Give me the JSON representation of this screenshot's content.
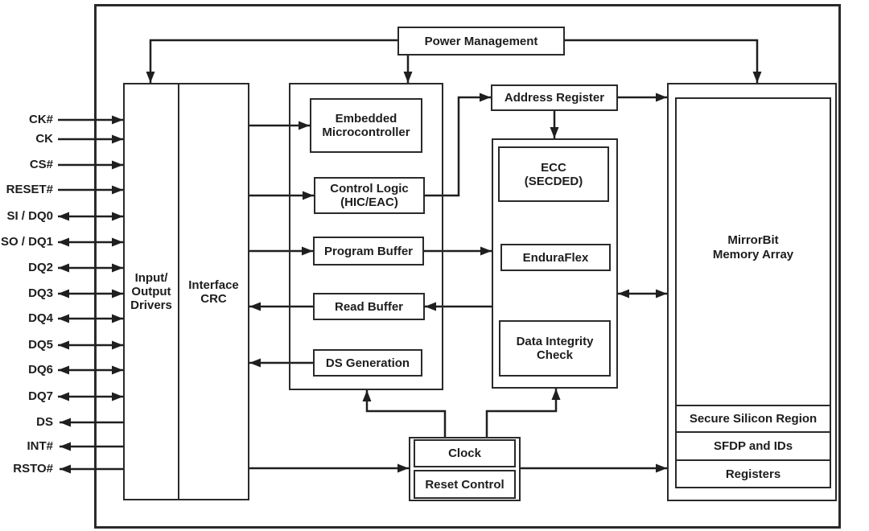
{
  "pins": [
    {
      "label": "CK#",
      "direction": "in"
    },
    {
      "label": "CK",
      "direction": "in"
    },
    {
      "label": "CS#",
      "direction": "in"
    },
    {
      "label": "RESET#",
      "direction": "in"
    },
    {
      "label": "SI / DQ0",
      "direction": "bidirectional"
    },
    {
      "label": "SO / DQ1",
      "direction": "bidirectional"
    },
    {
      "label": "DQ2",
      "direction": "bidirectional"
    },
    {
      "label": "DQ3",
      "direction": "bidirectional"
    },
    {
      "label": "DQ4",
      "direction": "bidirectional"
    },
    {
      "label": "DQ5",
      "direction": "bidirectional"
    },
    {
      "label": "DQ6",
      "direction": "bidirectional"
    },
    {
      "label": "DQ7",
      "direction": "bidirectional"
    },
    {
      "label": "DS",
      "direction": "out"
    },
    {
      "label": "INT#",
      "direction": "out"
    },
    {
      "label": "RSTO#",
      "direction": "out"
    }
  ],
  "blocks": {
    "power_management": "Power Management",
    "io_drivers": "Input/\nOutput\nDrivers",
    "interface_crc": "Interface\nCRC",
    "embedded_microcontroller": "Embedded\nMicrocontroller",
    "control_logic": "Control Logic\n(HIC/EAC)",
    "program_buffer": "Program Buffer",
    "read_buffer": "Read Buffer",
    "ds_generation": "DS Generation",
    "address_register": "Address Register",
    "ecc": "ECC\n(SECDED)",
    "enduraflex": "EnduraFlex",
    "data_integrity_check": "Data Integrity\nCheck",
    "mirrorbit_memory_array": "MirrorBit\nMemory Array",
    "secure_silicon_region": "Secure Silicon Region",
    "sfdp_and_ids": "SFDP and IDs",
    "registers": "Registers",
    "clock": "Clock",
    "reset_control": "Reset Control"
  },
  "colors": {
    "line": "#1f1f1f",
    "box_border": "#2a2a2a",
    "text": "#1d1d1f",
    "background": "#ffffff"
  }
}
